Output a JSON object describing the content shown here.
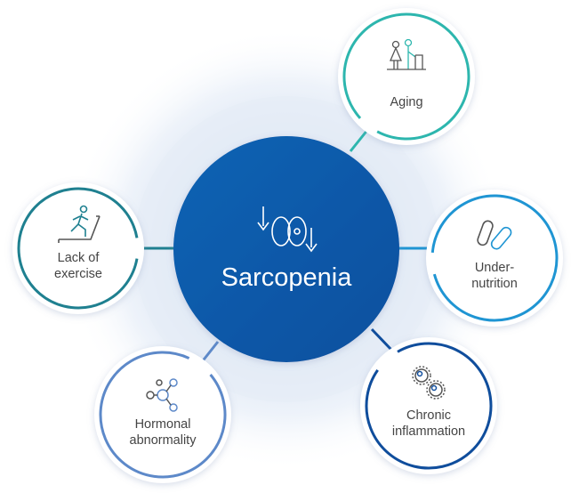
{
  "center": {
    "title": "Sarcopenia",
    "icon": "muscle-decline-icon",
    "color": "#0a5aac"
  },
  "factors": [
    {
      "id": "aging",
      "lines": [
        "Aging"
      ],
      "icon": "elderly-walker-icon",
      "color": "#2db6ae"
    },
    {
      "id": "under-nutrition",
      "lines": [
        "Under-",
        "nutrition"
      ],
      "icon": "pills-icon",
      "color": "#1f95d3"
    },
    {
      "id": "chronic-inflammation",
      "lines": [
        "Chronic",
        "inflammation"
      ],
      "icon": "bacteria-icon",
      "color": "#0f4d9c"
    },
    {
      "id": "hormonal-abnormality",
      "lines": [
        "Hormonal",
        "abnormality"
      ],
      "icon": "molecule-icon",
      "color": "#5d89c9"
    },
    {
      "id": "lack-of-exercise",
      "lines": [
        "Lack of",
        "exercise"
      ],
      "icon": "treadmill-runner-icon",
      "color": "#1f8090"
    }
  ]
}
